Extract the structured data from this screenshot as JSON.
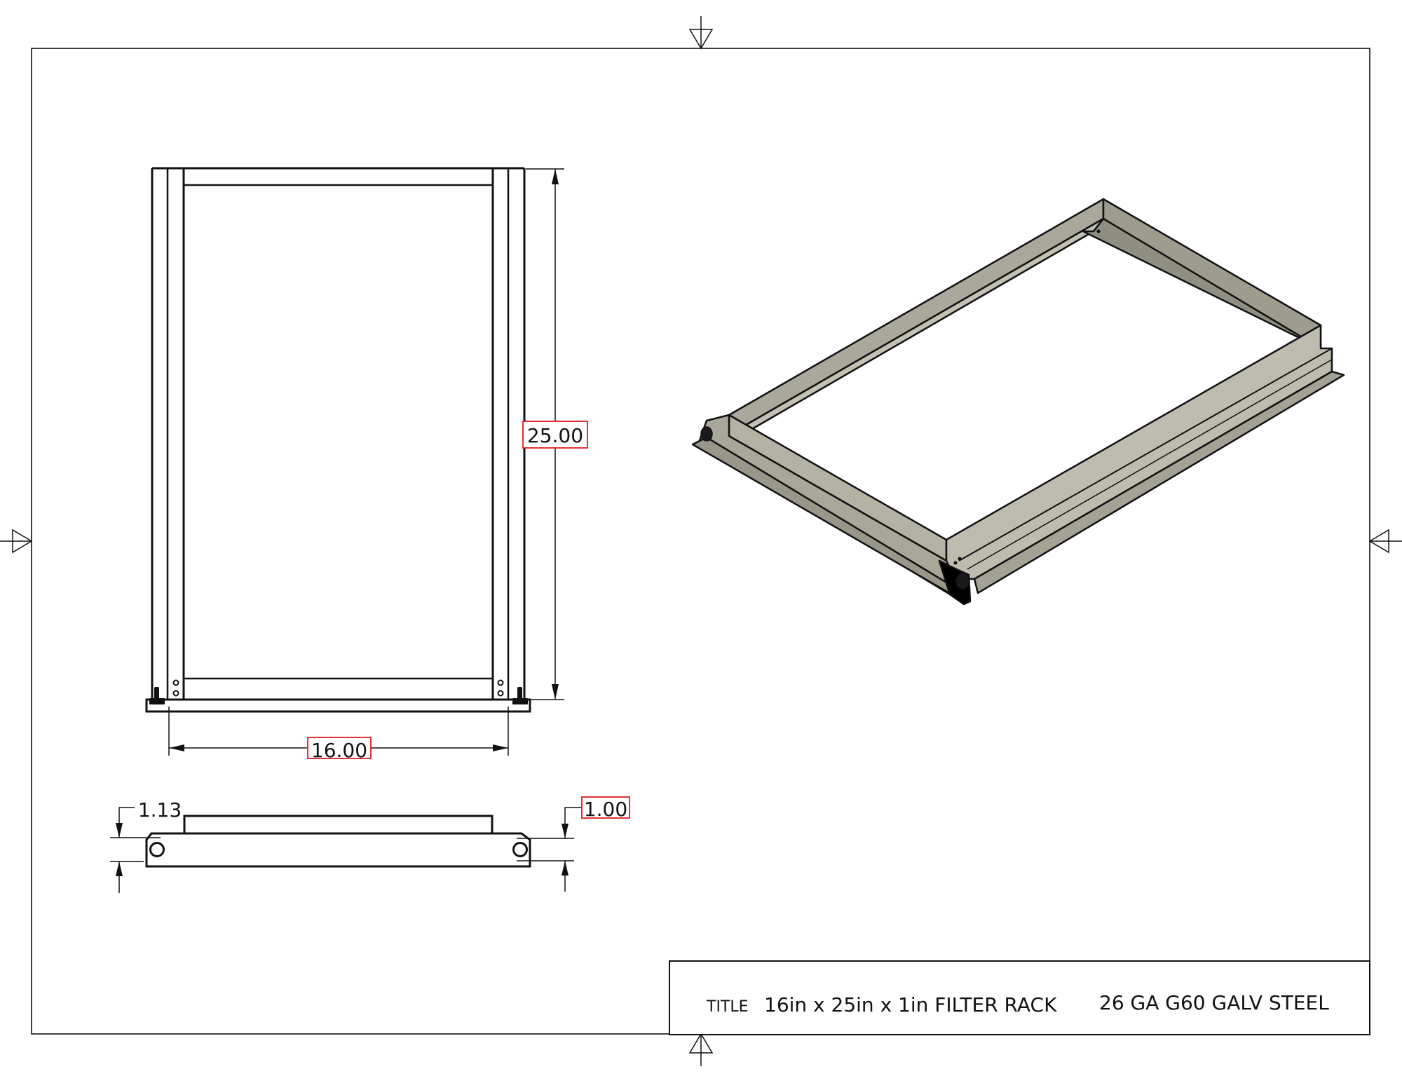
{
  "drawing": {
    "title_label": "TITLE",
    "title": "16in x 25in x 1in FILTER RACK",
    "material": "26 GA G60 GALV STEEL"
  },
  "dimensions": {
    "height": "25.00",
    "width": "16.00",
    "side_overall": "1.13",
    "side_body": "1.00"
  },
  "colors": {
    "line": "#111111",
    "highlight_box": "#e0191e",
    "steel_light": "#b9b8aa",
    "steel_mid": "#a7a698",
    "steel_dark": "#8e8d80",
    "knob": "#1a1a1a"
  },
  "views": {
    "front": "front-view",
    "side": "side-view",
    "iso": "isometric-view"
  }
}
